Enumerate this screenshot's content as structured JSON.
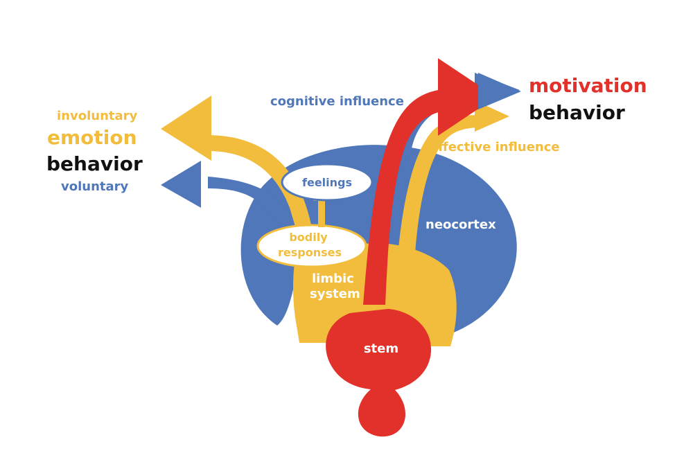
{
  "colors": {
    "blue": "#4f77b9",
    "yellow": "#f2bd3c",
    "red": "#e2312a",
    "black": "#111111",
    "white": "#ffffff"
  },
  "labels": {
    "involuntary": "involuntary",
    "emotion": "emotion",
    "behavior_left": "behavior",
    "voluntary": "voluntary",
    "cognitive_influence": "cognitive influence",
    "motivation": "motivation",
    "behavior_right": "behavior",
    "affective_influence": "affective influence",
    "feelings": "feelings",
    "bodily": "bodily",
    "responses": "responses",
    "limbic": "limbic",
    "system": "system",
    "neocortex": "neocortex",
    "stem": "stem"
  }
}
